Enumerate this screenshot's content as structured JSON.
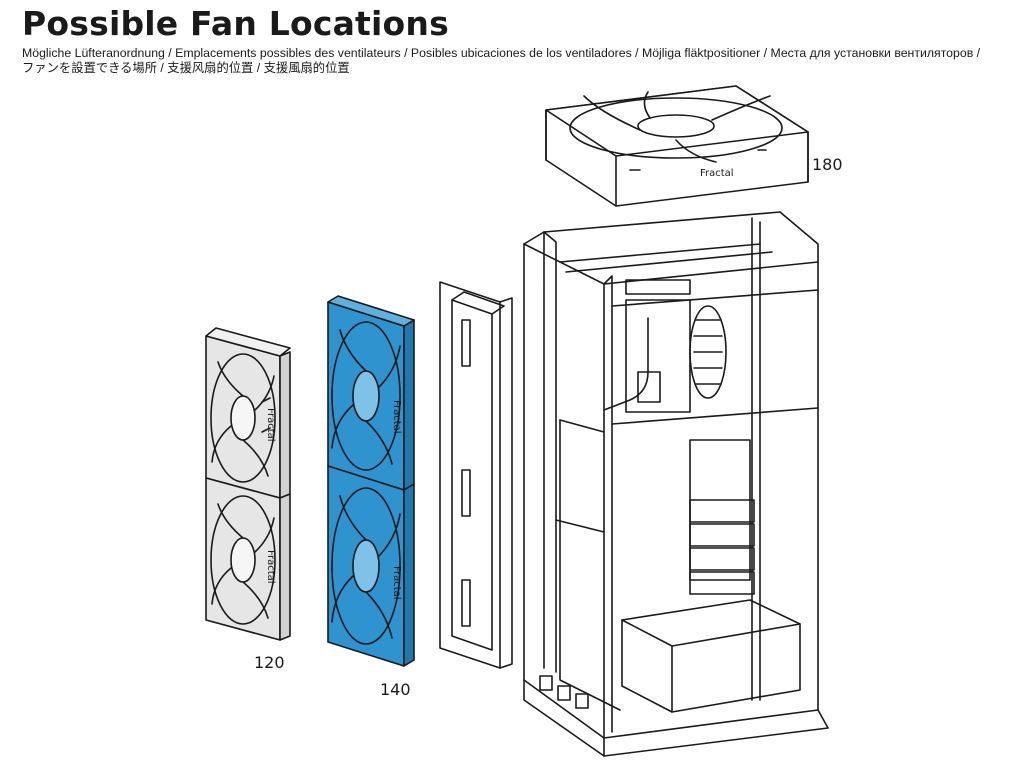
{
  "header": {
    "title": "Possible Fan Locations",
    "subtitle_line1": "Mögliche Lüfteranordnung / Emplacements possibles des ventilateurs / Posibles ubicaciones de los ventiladores / Möjliga fläktpositioner / Места для установки вентиляторов /",
    "subtitle_line2": "ファンを設置できる場所 / 支援风扇的位置 / 支援風扇的位置"
  },
  "fans": {
    "small": {
      "label": "120",
      "brand": "Fractal",
      "color": "#e6e6e6"
    },
    "medium": {
      "label": "140",
      "brand": "Fractal",
      "color": "#2e93cf"
    },
    "large": {
      "label": "180",
      "brand": "Fractal",
      "color": "#ffffff"
    }
  },
  "colors": {
    "line": "#1a1a1a",
    "accent": "#2e93cf"
  }
}
